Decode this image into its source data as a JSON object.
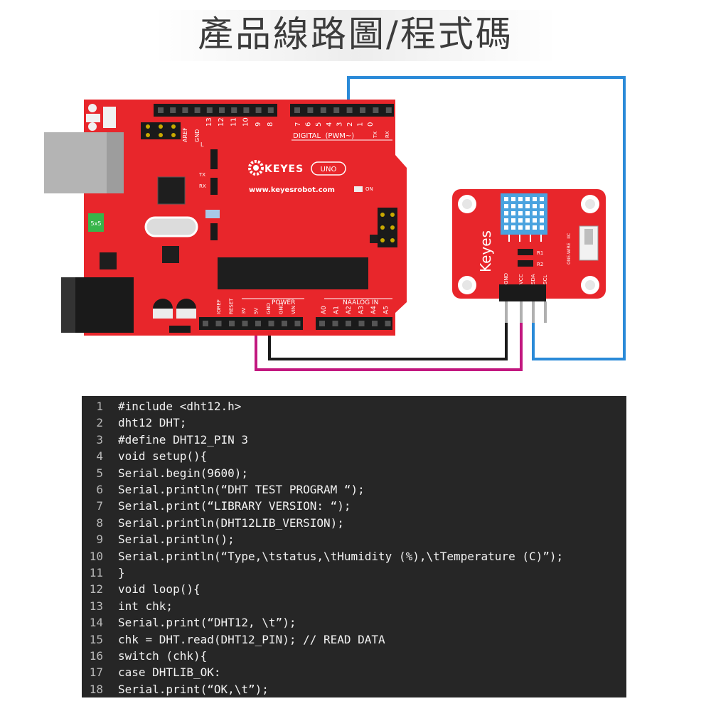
{
  "title": "產品線路圖/程式碼",
  "board": {
    "logo_text": "KEYES",
    "model_badge": "UNO",
    "website": "www.keyesrobot.com",
    "digital_label": "DIGITAL  (PWM~)",
    "power_label": "POWER",
    "analog_label": "NAALOG IN",
    "aref_label": "AREF",
    "gnd_label": "GND",
    "digital_pins_left": [
      "13",
      "12",
      "11",
      "10",
      "9",
      "8"
    ],
    "digital_pins_right": [
      "7",
      "6",
      "5",
      "4",
      "3",
      "2",
      "1",
      "0"
    ],
    "tx_label": "TX",
    "rx_label": "RX",
    "led_l_label": "L",
    "on_label": "ON",
    "power_pins": [
      "IOREF",
      "RESET",
      "3V",
      "5V",
      "GND",
      "GND",
      "VIN"
    ],
    "analog_pins": [
      "A0",
      "A1",
      "A2",
      "A3",
      "A4",
      "A5"
    ],
    "fuse_label": "5x5"
  },
  "module": {
    "brand_text": "Keyes",
    "mode_label": "ONE-WIRE   IIC",
    "r1_label": "R1",
    "r2_label": "R2",
    "pin_labels": [
      "GND",
      "VCC",
      "SDA",
      "SCL"
    ]
  },
  "wire_colors": {
    "signal": "#2a8ad8",
    "gnd": "#1a1a1a",
    "vcc": "#c2187f"
  },
  "code_lines": [
    {
      "num": "1",
      "text": "#include <dht12.h>"
    },
    {
      "num": "2",
      "text": "dht12 DHT;"
    },
    {
      "num": "3",
      "text": "#define DHT12_PIN 3"
    },
    {
      "num": "4",
      "text": "void setup(){"
    },
    {
      "num": "5",
      "text": "Serial.begin(9600);"
    },
    {
      "num": "6",
      "text": "Serial.println(“DHT TEST PROGRAM “);"
    },
    {
      "num": "7",
      "text": "Serial.print(“LIBRARY VERSION: “);"
    },
    {
      "num": "8",
      "text": "Serial.println(DHT12LIB_VERSION);"
    },
    {
      "num": "9",
      "text": "Serial.println();"
    },
    {
      "num": "10",
      "text": "Serial.println(“Type,\\tstatus,\\tHumidity (%),\\tTemperature (C)”);"
    },
    {
      "num": "11",
      "text": "}"
    },
    {
      "num": "12",
      "text": "void loop(){"
    },
    {
      "num": "13",
      "text": "int chk;"
    },
    {
      "num": "14",
      "text": "Serial.print(“DHT12, \\t”);"
    },
    {
      "num": "15",
      "text": "chk = DHT.read(DHT12_PIN); // READ DATA"
    },
    {
      "num": "16",
      "text": "switch (chk){"
    },
    {
      "num": "17",
      "text": "case DHTLIB_OK:"
    },
    {
      "num": "18",
      "text": "Serial.print(“OK,\\t”);"
    }
  ]
}
